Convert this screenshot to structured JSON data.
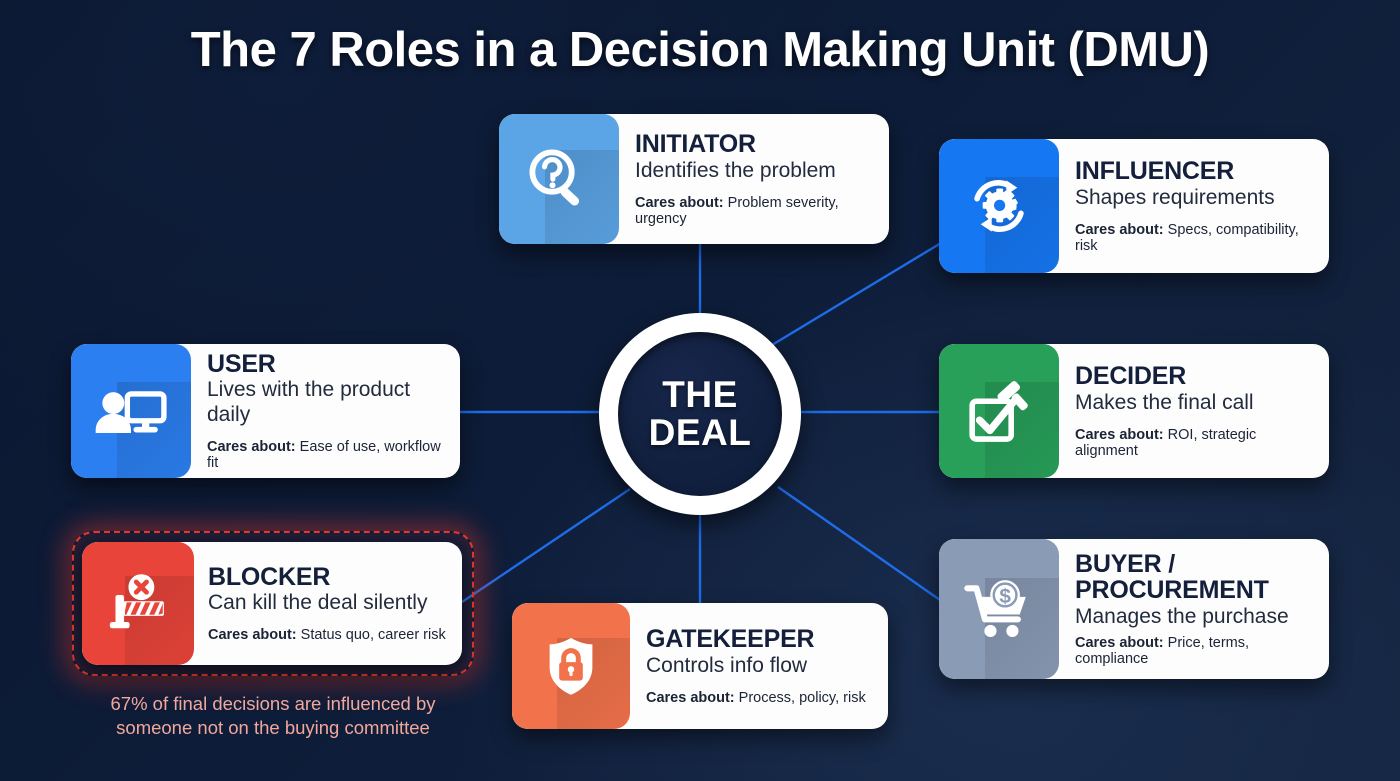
{
  "title": "The 7 Roles in a Decision Making Unit (DMU)",
  "hub": {
    "line1": "THE",
    "line2": "DEAL"
  },
  "cares_label": "Cares about:",
  "colors": {
    "background": "#0c1a33",
    "connector": "#1e6ce8",
    "initiator": "#5ba4e5",
    "influencer": "#1677f2",
    "user": "#2b7ff0",
    "decider": "#28a05a",
    "blocker": "#e8443a",
    "gatekeeper": "#f2724b",
    "buyer": "#8a9bb5",
    "blocker_glow": "#e6392e",
    "blocker_caption": "#f2a79c"
  },
  "roles": [
    {
      "id": "initiator",
      "name": "INITIATOR",
      "desc": "Identifies the problem",
      "cares": "Problem severity, urgency",
      "icon": "magnifier-question-icon",
      "tile_color": "#5ba4e5"
    },
    {
      "id": "influencer",
      "name": "INFLUENCER",
      "desc": "Shapes requirements",
      "cares": "Specs, compatibility, risk",
      "icon": "gear-cycle-icon",
      "tile_color": "#1677f2"
    },
    {
      "id": "user",
      "name": "USER",
      "desc": "Lives with the product daily",
      "cares": "Ease of use, workflow fit",
      "icon": "person-monitor-icon",
      "tile_color": "#2b7ff0"
    },
    {
      "id": "decider",
      "name": "DECIDER",
      "desc": "Makes the final call",
      "cares": "ROI, strategic alignment",
      "icon": "gavel-checkbox-icon",
      "tile_color": "#28a05a"
    },
    {
      "id": "blocker",
      "name": "BLOCKER",
      "desc": "Can kill the deal silently",
      "cares": "Status quo, career risk",
      "icon": "barrier-x-icon",
      "tile_color": "#e8443a"
    },
    {
      "id": "gatekeeper",
      "name": "GATEKEEPER",
      "desc": "Controls info flow",
      "cares": "Process, policy, risk",
      "icon": "shield-lock-icon",
      "tile_color": "#f2724b"
    },
    {
      "id": "buyer",
      "name_line1": "BUYER /",
      "name_line2": "PROCUREMENT",
      "desc": "Manages the purchase",
      "cares": "Price, terms, compliance",
      "icon": "cart-dollar-icon",
      "tile_color": "#8a9bb5"
    }
  ],
  "blocker_caption": "67% of final decisions are influenced by someone not on the buying committee"
}
